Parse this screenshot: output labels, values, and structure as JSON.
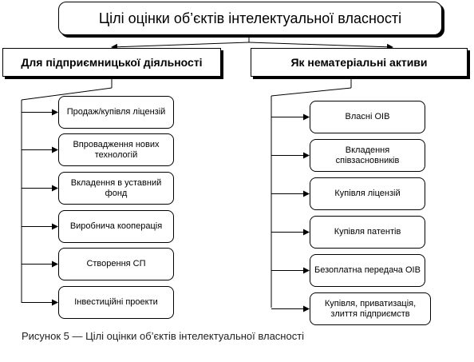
{
  "title": "Цілі оцінки об’єктів інтелектуальної власності",
  "categories": [
    {
      "label": "Для підприємницької діяльності",
      "items": [
        "Продаж/купівля ліцензій",
        "Впровадження нових технологій",
        "Вкладення в уставний фонд",
        "Виробнича кооперація",
        "Створення СП",
        "Інвестиційні проекти"
      ]
    },
    {
      "label": "Як нематеріальні активи",
      "items": [
        "Власні ОІВ",
        "Вкладення співзасновників",
        "Купівля ліцензій",
        "Купівля патентів",
        "Безоплатна передача ОІВ",
        "Купівля, приватизація, злиття підприємств"
      ]
    }
  ],
  "caption": "Рисунок 5 — Цілі оцінки об’єктів інтелектуальної власності"
}
